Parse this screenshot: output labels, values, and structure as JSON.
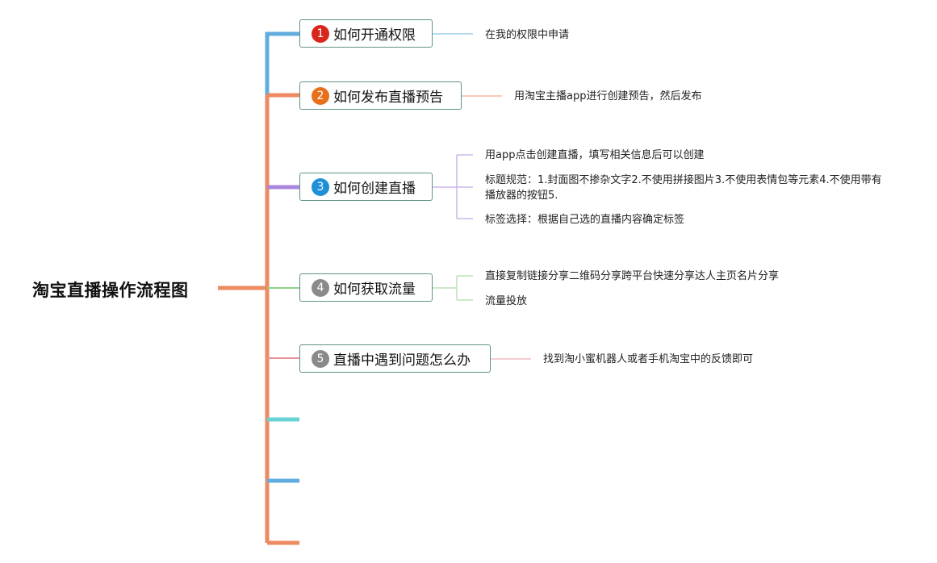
{
  "root": {
    "title": "淘宝直播操作流程图"
  },
  "colors": {
    "trunk": "#ee8a62",
    "branch_1": "#62ade0",
    "branch_2": "#ee8a62",
    "branch_3": "#ab86dc",
    "branch_4": "#8ed187",
    "branch_5": "#e7939c",
    "branch_6": "#6ad2d2",
    "branch_7": "#62ade0",
    "branch_8": "#ee8a62",
    "badge_1": "#d9261c",
    "badge_2": "#e8701d",
    "badge_3": "#1f8fd8",
    "badge_4": "#8a8a8a",
    "badge_5": "#8a8a8a",
    "topic_border": "#5e9386"
  },
  "topics": [
    {
      "num": "1",
      "label": "如何开通权限",
      "notes": [
        "在我的权限中申请"
      ]
    },
    {
      "num": "2",
      "label": "如何发布直播预告",
      "notes": [
        "用淘宝主播app进行创建预告，然后发布"
      ]
    },
    {
      "num": "3",
      "label": "如何创建直播",
      "notes": [
        "用app点击创建直播，填写相关信息后可以创建",
        "标题规范：1.封面图不掺杂文字2.不使用拼接图片3.不使用表情包等元素4.不使用带有播放器的按钮5.",
        "标签选择：根据自己选的直播内容确定标签"
      ]
    },
    {
      "num": "4",
      "label": "如何获取流量",
      "notes": [
        "直接复制链接分享二维码分享跨平台快速分享达人主页名片分享",
        "流量投放"
      ]
    },
    {
      "num": "5",
      "label": "直播中遇到问题怎么办",
      "notes": [
        "找到淘小蜜机器人或者手机淘宝中的反馈即可"
      ]
    }
  ]
}
